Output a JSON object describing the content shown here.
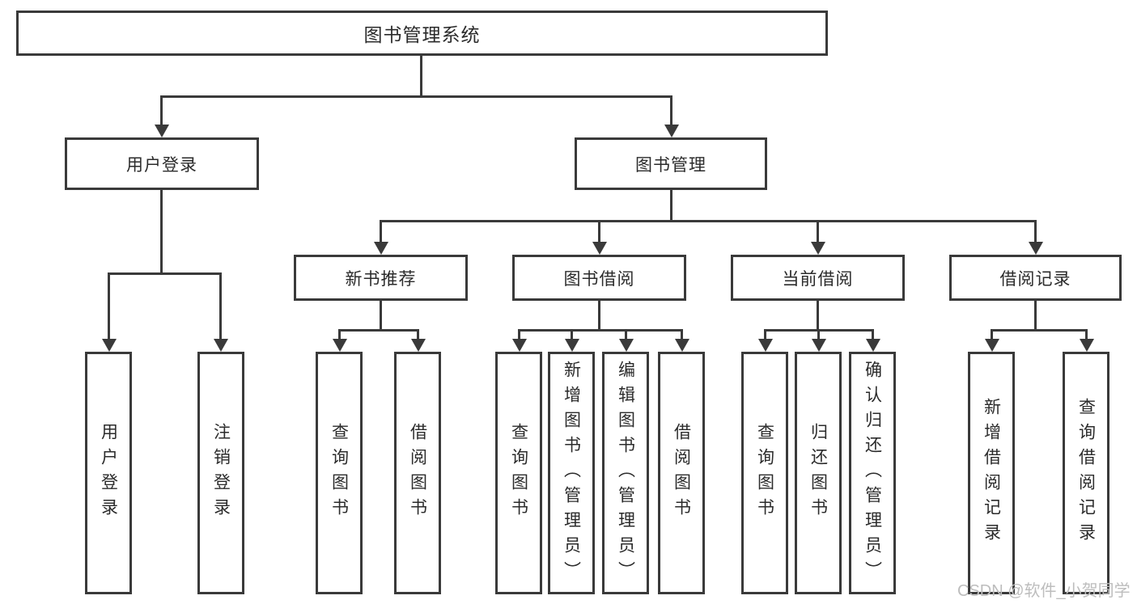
{
  "tree": {
    "label": "图书管理系统",
    "children": [
      {
        "label": "用户登录",
        "children": [
          {
            "label": "用户登录"
          },
          {
            "label": "注销登录"
          }
        ]
      },
      {
        "label": "图书管理",
        "children": [
          {
            "label": "新书推荐",
            "children": [
              {
                "label": "查询图书"
              },
              {
                "label": "借阅图书"
              }
            ]
          },
          {
            "label": "图书借阅",
            "children": [
              {
                "label": "查询图书"
              },
              {
                "label": "新增图书（管理员）"
              },
              {
                "label": "编辑图书（管理员）"
              },
              {
                "label": "借阅图书"
              }
            ]
          },
          {
            "label": "当前借阅",
            "children": [
              {
                "label": "查询图书"
              },
              {
                "label": "归还图书"
              },
              {
                "label": "确认归还（管理员）"
              }
            ]
          },
          {
            "label": "借阅记录",
            "children": [
              {
                "label": "新增借阅记录"
              },
              {
                "label": "查询借阅记录"
              }
            ]
          }
        ]
      }
    ]
  },
  "watermark": "CSDN @软件_小贺同学",
  "colors": {
    "line": "#3a3a3a",
    "text": "#2b2b2b",
    "watermark": "#bdbdbd",
    "background": "#ffffff"
  }
}
